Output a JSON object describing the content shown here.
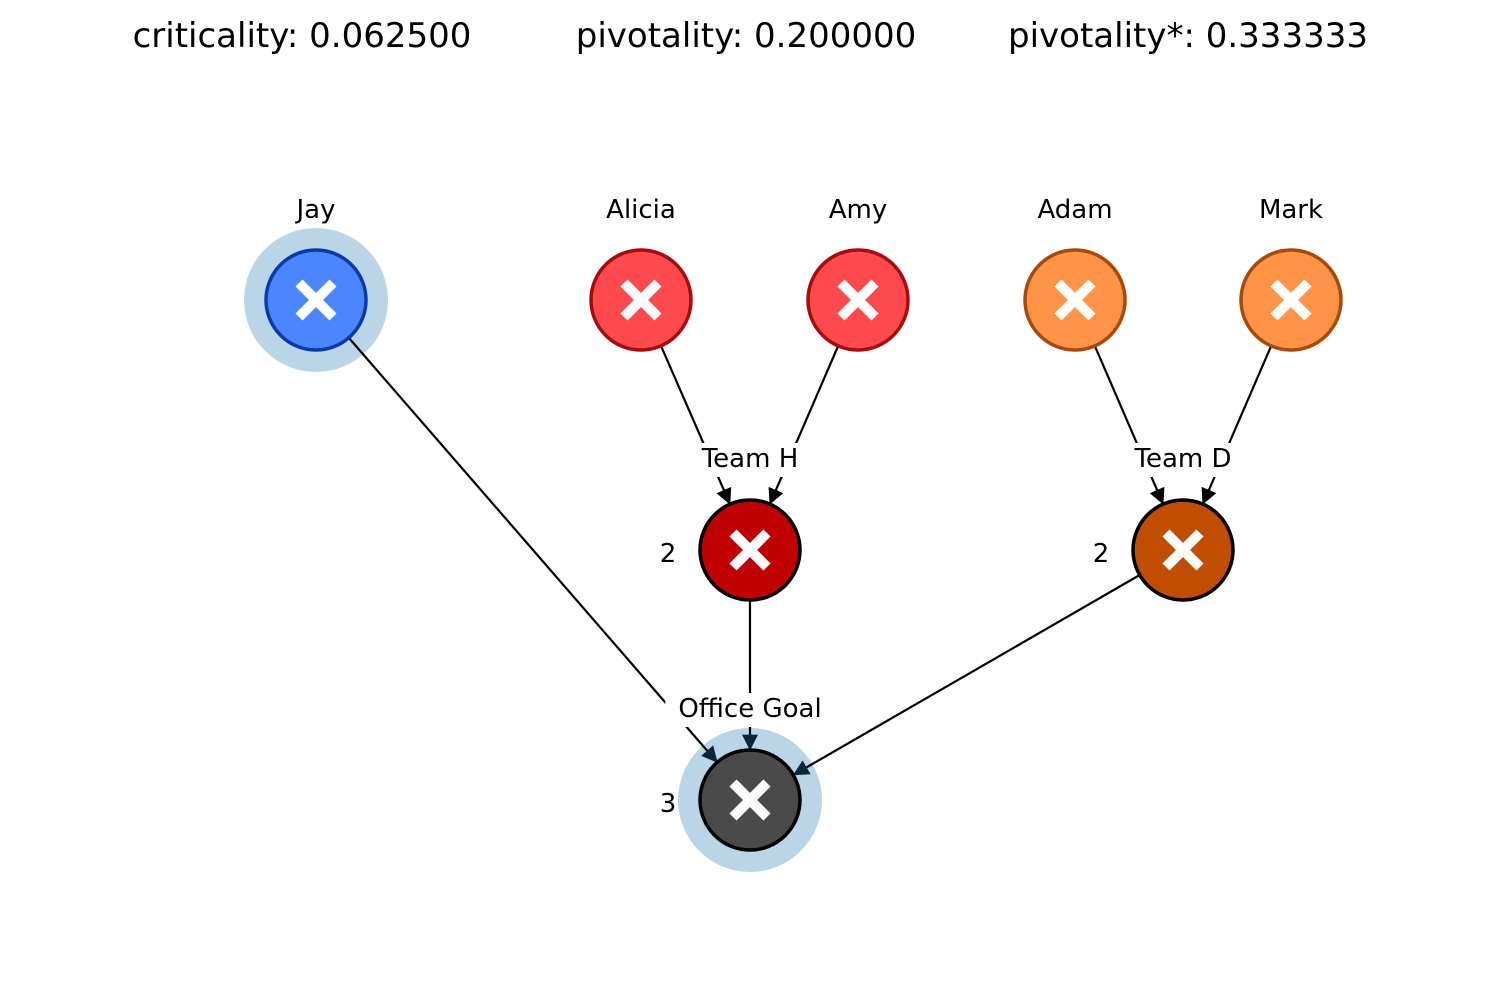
{
  "metrics": [
    {
      "id": "criticality",
      "text": "criticality: 0.062500"
    },
    {
      "id": "pivotality",
      "text": "pivotality: 0.200000"
    },
    {
      "id": "pivotality-star",
      "text": "pivotality*: 0.333333"
    }
  ],
  "icon": "x-mark-icon",
  "colors": {
    "jay_fill": "#4a86ff",
    "jay_stroke": "#0a3aa8",
    "team_h_member_fill": "#ff4a4d",
    "team_h_member_stroke": "#a80a0e",
    "team_h_fill": "#c00000",
    "team_d_member_fill": "#ff9447",
    "team_d_member_stroke": "#a84a0a",
    "team_d_fill": "#c04d00",
    "goal_fill": "#4a4a4a",
    "aggregate_stroke": "#000000",
    "highlight_halo": "#bad5e8",
    "edge": "#000000",
    "arrowhead": "#0a2438",
    "mark": "#ffffff"
  },
  "nodes": [
    {
      "id": "jay",
      "label": "Jay",
      "threshold": "",
      "highlighted": true,
      "fill": "#4a86ff",
      "stroke": "#0a3aa8"
    },
    {
      "id": "alicia",
      "label": "Alicia",
      "threshold": "",
      "highlighted": false,
      "fill": "#ff4a4d",
      "stroke": "#a80a0e"
    },
    {
      "id": "amy",
      "label": "Amy",
      "threshold": "",
      "highlighted": false,
      "fill": "#ff4a4d",
      "stroke": "#a80a0e"
    },
    {
      "id": "adam",
      "label": "Adam",
      "threshold": "",
      "highlighted": false,
      "fill": "#ff9447",
      "stroke": "#a84a0a"
    },
    {
      "id": "mark",
      "label": "Mark",
      "threshold": "",
      "highlighted": false,
      "fill": "#ff9447",
      "stroke": "#a84a0a"
    },
    {
      "id": "team-h",
      "label": "Team H",
      "threshold": "2",
      "highlighted": false,
      "fill": "#c00000",
      "stroke": "#000000"
    },
    {
      "id": "team-d",
      "label": "Team D",
      "threshold": "2",
      "highlighted": false,
      "fill": "#c04d00",
      "stroke": "#000000"
    },
    {
      "id": "office-goal",
      "label": "Office Goal",
      "threshold": "3",
      "highlighted": true,
      "fill": "#4a4a4a",
      "stroke": "#000000"
    }
  ],
  "edges": [
    {
      "from": "alicia",
      "to": "team-h"
    },
    {
      "from": "amy",
      "to": "team-h"
    },
    {
      "from": "adam",
      "to": "team-d"
    },
    {
      "from": "mark",
      "to": "team-d"
    },
    {
      "from": "jay",
      "to": "office-goal"
    },
    {
      "from": "team-h",
      "to": "office-goal"
    },
    {
      "from": "team-d",
      "to": "office-goal"
    }
  ]
}
